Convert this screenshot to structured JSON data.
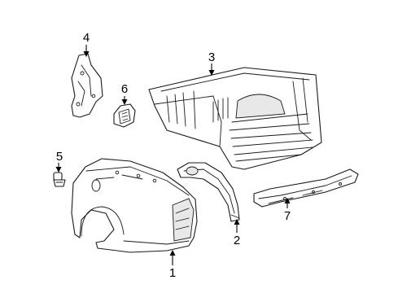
{
  "diagram": {
    "callouts": [
      {
        "id": "1",
        "label": "1",
        "part": "front-fender-panel"
      },
      {
        "id": "2",
        "label": "2",
        "part": "wheel-house-liner"
      },
      {
        "id": "3",
        "label": "3",
        "part": "pickup-box-bed"
      },
      {
        "id": "4",
        "label": "4",
        "part": "side-bracket"
      },
      {
        "id": "5",
        "label": "5",
        "part": "fastener-clip"
      },
      {
        "id": "6",
        "label": "6",
        "part": "small-bracket"
      },
      {
        "id": "7",
        "label": "7",
        "part": "rail-reinforcement"
      }
    ]
  }
}
